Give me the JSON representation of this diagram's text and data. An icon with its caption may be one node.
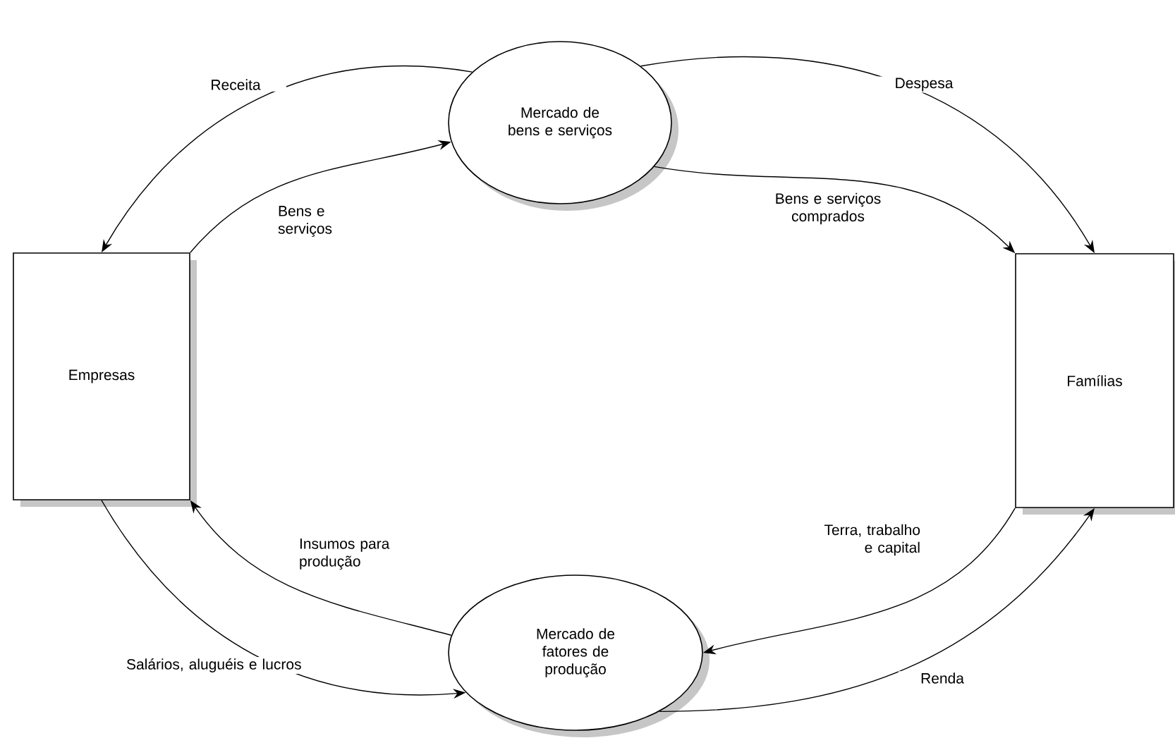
{
  "diagram": {
    "nodes": [
      {
        "text": [
          "Mercado de bens e serviços"
        ]
      },
      {
        "text": [
          "Empresas"
        ]
      },
      {
        "text": [
          "Famílias"
        ]
      },
      {
        "text": [
          "Mercado de fatores de produção"
        ]
      }
    ],
    "edges": [
      {
        "from": 0,
        "to": 1,
        "arrow": "to",
        "label": "Receita"
      },
      {
        "from": 1,
        "to": 0,
        "arrow": "to",
        "label": "Bens e serviços"
      },
      {
        "from": 0,
        "to": 2,
        "arrow": "to",
        "label": "Despesa"
      },
      {
        "from": 0,
        "to": 2,
        "arrow": "to",
        "label": "Bens e serviços comprados"
      },
      {
        "from": 2,
        "to": 3,
        "arrow": "to",
        "label": "Terra, trabalho e capital"
      },
      {
        "from": 3,
        "to": 1,
        "arrow": "to",
        "label": "Insumos para produção"
      },
      {
        "from": 1,
        "to": 3,
        "arrow": "to",
        "label": "Salários, aluguéis e lucros"
      },
      {
        "from": 3,
        "to": 2,
        "arrow": "to",
        "label": "Renda"
      }
    ]
  }
}
